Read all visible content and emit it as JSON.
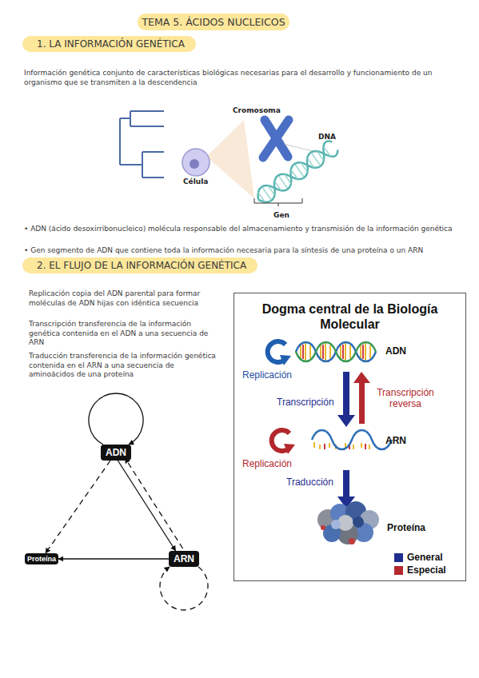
{
  "diagram": {
    "title": "TEMA 5. ÁCIDOS NUCLEICOS",
    "nodes": [
      {
        "text": [
          "1. LA INFORMACIÓN GENÉTICA"
        ]
      },
      {
        "text": [
          "2. EL FLUJO DE LA INFORMACIÓN GENÉTICA"
        ]
      },
      {
        "text": [
          "Dogma central de la Biología Molecular"
        ]
      },
      {
        "text": [
          "ADN"
        ]
      },
      {
        "text": [
          "Proteína"
        ]
      },
      {
        "text": [
          "ARN"
        ]
      }
    ],
    "edges": [
      {
        "from": 3,
        "to": 3,
        "arrow": "to"
      },
      {
        "from": 3,
        "to": 5,
        "arrow": "to"
      },
      {
        "from": 5,
        "to": 3,
        "arrow": "to"
      },
      {
        "from": 3,
        "to": 4,
        "arrow": "to"
      },
      {
        "from": 5,
        "to": 4,
        "arrow": "to"
      },
      {
        "from": 5,
        "to": 5,
        "arrow": "to"
      }
    ],
    "labels": [
      "Información genética conjunto de características biológicas necesarias para el desarrollo y funcionamiento de un organismo que se transmiten a la descendencia",
      "Cromosoma",
      "DNA",
      "Célula",
      "Gen",
      "• ADN (ácido desoxirribonucleico) molécula responsable del almacenamiento y transmisión de la información genética",
      "• Gen segmento de ADN que contiene toda la información necesaria para la síntesis de una proteína o un ARN",
      "Replicación copia del ADN parental para formar moléculas de ADN hijas con idéntica secuencia",
      "Transcripción transferencia de la información genética contenida en el ADN a una secuencia de ARN",
      "Traducción transferencia de la información genética contenida en el ARN a una secuencia de aminoácidos de una proteína",
      "ADN",
      "Replicación",
      "Transcripción",
      "Transcripción reversa",
      "ARN",
      "Replicación",
      "Traducción",
      "Proteína"
    ],
    "legend": [
      {
        "text": "General",
        "color": "#1f2d8f"
      },
      {
        "text": "Especial",
        "color": "#b3282d"
      }
    ]
  }
}
